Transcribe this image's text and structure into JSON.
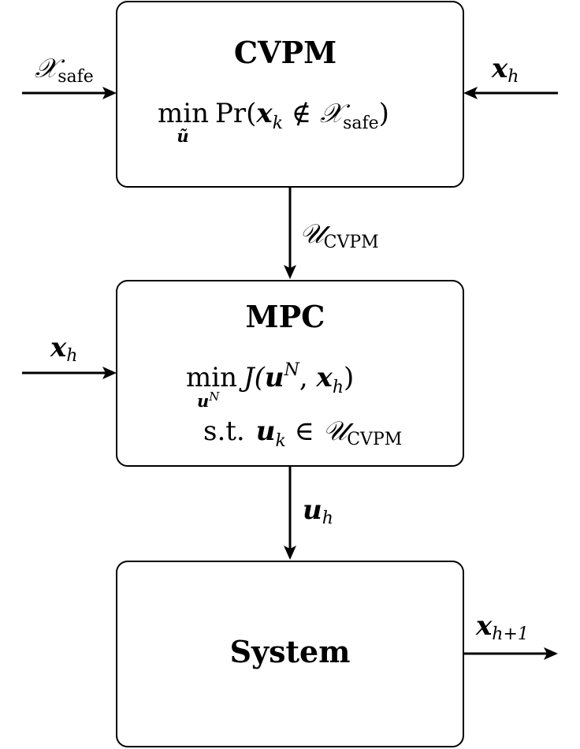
{
  "blocks": {
    "cvpm": {
      "title": "CVPM",
      "eq_min": "min",
      "eq_min_var": "ũ",
      "eq_pr": "Pr(",
      "eq_x": "x",
      "eq_x_sub": "k",
      "eq_notin": " ∉ ",
      "eq_set": "𝒳",
      "eq_set_sub": "safe",
      "eq_close": ")"
    },
    "mpc": {
      "title": "MPC",
      "eq_min": "min",
      "eq_min_var": "u",
      "eq_min_var_sup": "N",
      "eq_j": "J(",
      "eq_u": "u",
      "eq_u_sup": "N",
      "eq_comma": ", ",
      "eq_x": "x",
      "eq_x_sub": "h",
      "eq_close": ")",
      "st_label": "s.t.",
      "st_u": "u",
      "st_u_sub": "k",
      "st_in": " ∈ ",
      "st_set": "𝒰",
      "st_set_sub": "CVPM"
    },
    "system": {
      "title": "System"
    }
  },
  "signals": {
    "x_safe_in": {
      "main": "𝒳",
      "sub": "safe"
    },
    "x_h_cvpm_in": {
      "main": "x",
      "sub": "h"
    },
    "u_cvpm": {
      "main": "𝒰",
      "sub": "CVPM"
    },
    "x_h_mpc_in": {
      "main": "x",
      "sub": "h"
    },
    "u_h": {
      "main": "u",
      "sub": "h"
    },
    "x_h1_out": {
      "main": "x",
      "sub": "h+1"
    }
  }
}
